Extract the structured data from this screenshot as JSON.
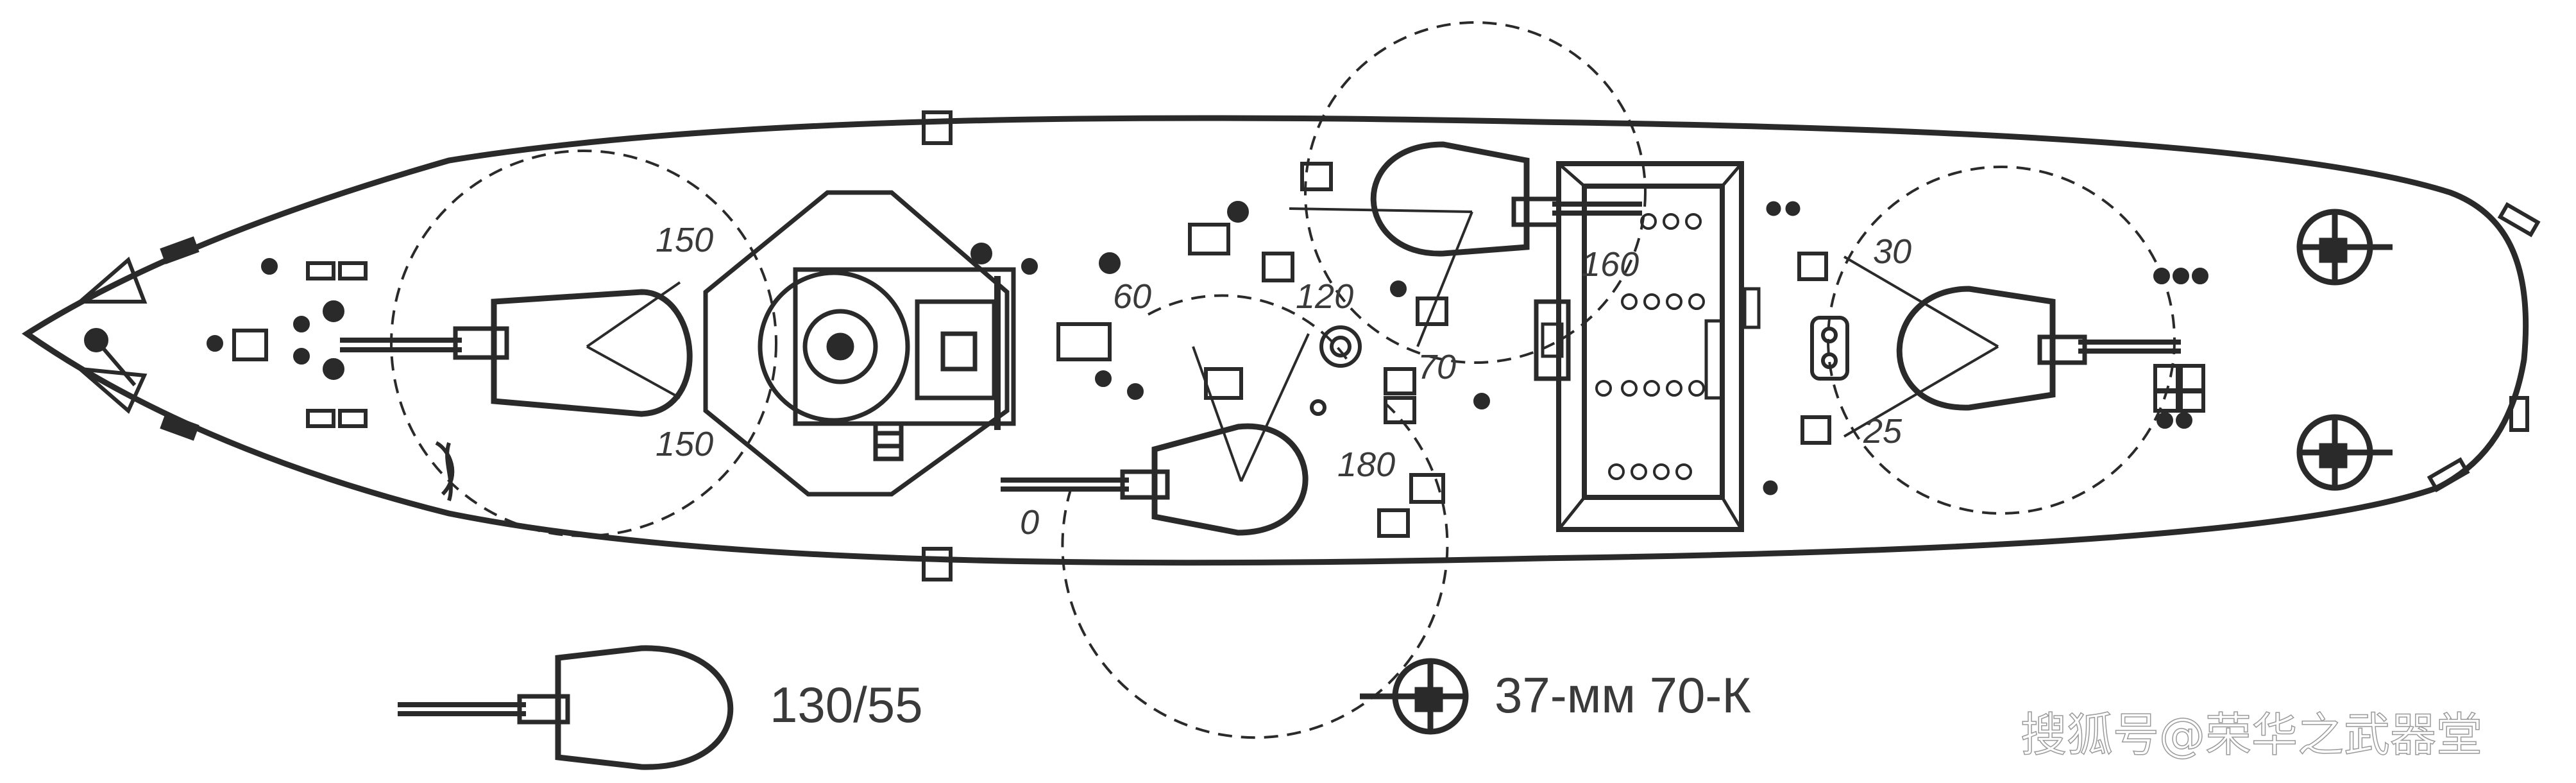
{
  "colors": {
    "ink": "#2a2a2a",
    "paper": "#ffffff",
    "watermark": "#b0b0b0"
  },
  "arc_labels": {
    "fwd_upper": "150",
    "fwd_lower": "150",
    "mid_left_0": "0",
    "mid_60": "60",
    "mid_120": "120",
    "mid_180": "180",
    "up_70": "70",
    "up_160": "160",
    "aft_30": "30",
    "aft_25": "25"
  },
  "legend": {
    "main_gun": {
      "icon": "turret-130mm-icon",
      "label": "130/55"
    },
    "aa_gun": {
      "icon": "aa-37mm-icon",
      "label": "37-мм 70-К"
    }
  },
  "watermark": {
    "text": "搜狐号@荣华之武器堂"
  }
}
